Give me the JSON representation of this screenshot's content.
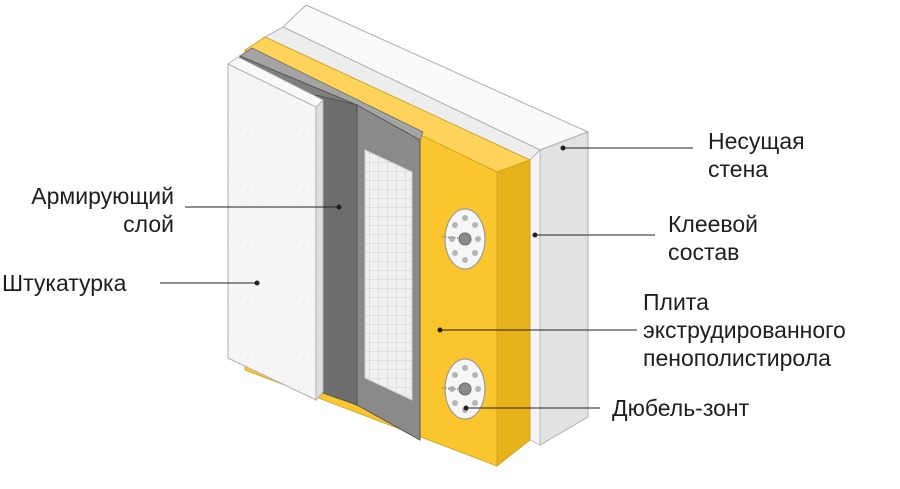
{
  "labels": {
    "load_bearing_wall": [
      "Несущая",
      "стена"
    ],
    "adhesive": [
      "Клеевой",
      "состав"
    ],
    "xps_board": [
      "Плита",
      "экструдированного",
      "пенополистирола"
    ],
    "umbrella_dowel": [
      "Дюбель-зонт"
    ],
    "reinforcing_layer": [
      "Армирующий",
      "слой"
    ],
    "plaster": [
      "Штукатурка"
    ]
  },
  "colors": {
    "wall_front": "#f1f1f1",
    "wall_side": "#e2e2e2",
    "insulation_front": "#fbc52e",
    "insulation_side": "#eab41c",
    "mesh_panel": "#8a8a8a",
    "plaster_front": "#f5f5f5",
    "leader_line": "#222222"
  }
}
